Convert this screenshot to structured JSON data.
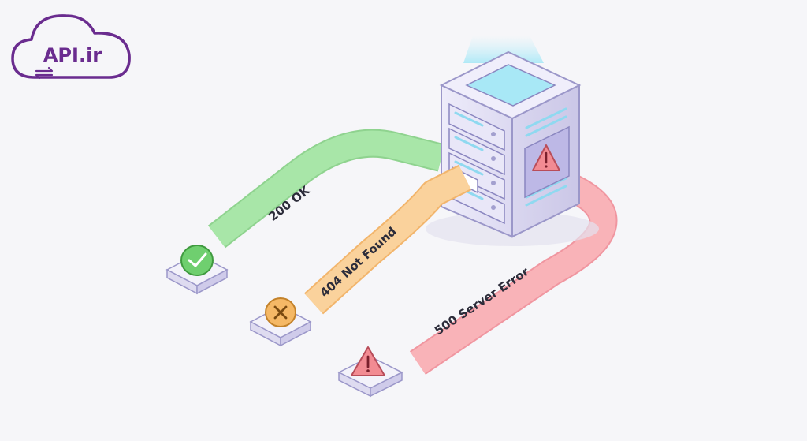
{
  "brand": {
    "name": "API.ir",
    "color": "#6a2c8f"
  },
  "colors": {
    "background": "#f6f6f9",
    "ok": "#9fe29f",
    "ok_icon": "#6fcf6f",
    "not_found": "#f8c98a",
    "not_found_icon": "#f5b866",
    "error": "#f7a9ae",
    "error_icon": "#f28b93",
    "server_body": "#e6e4f6",
    "screen": "#a8e8f6",
    "label_text": "#2c2c3a"
  },
  "flows": [
    {
      "label": "200 OK",
      "status": "success",
      "icon": "check-icon"
    },
    {
      "label": "404 Not Found",
      "status": "not-found",
      "icon": "cross-icon"
    },
    {
      "label": "500 Server Error",
      "status": "server-error",
      "icon": "warning-icon"
    }
  ],
  "server": {
    "icon": "warning-icon"
  }
}
